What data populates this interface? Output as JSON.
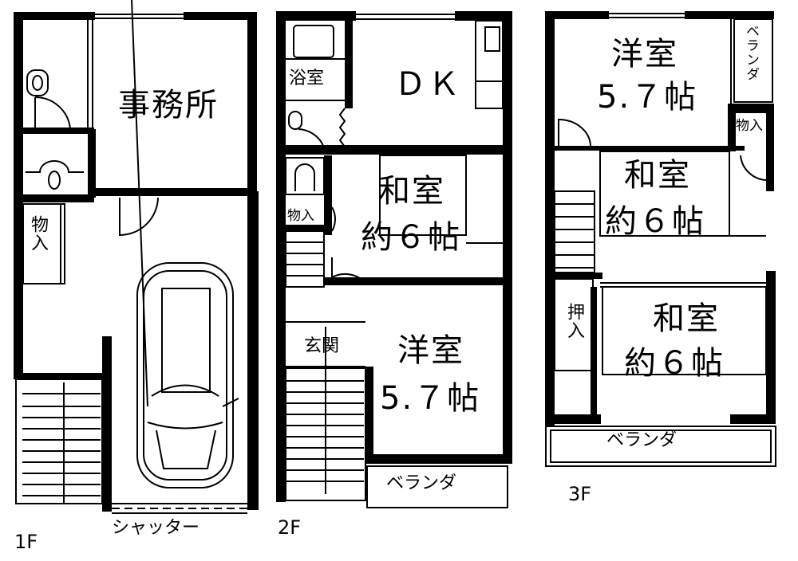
{
  "floors": [
    {
      "id": "1F",
      "label": "1F",
      "rooms": {
        "office": "事務所",
        "storage": "物入",
        "shutter": "シャッター"
      }
    },
    {
      "id": "2F",
      "label": "2F",
      "rooms": {
        "bath": "浴室",
        "dk": "ＤＫ",
        "washitsu_title": "和室",
        "washitsu_size": "約６帖",
        "storage": "物入",
        "entrance": "玄関",
        "yoshitsu_title": "洋室",
        "yoshitsu_size": "5.７帖",
        "veranda": "ベランダ"
      }
    },
    {
      "id": "3F",
      "label": "3F",
      "rooms": {
        "yoshitsu_title": "洋室",
        "yoshitsu_size": "5.７帖",
        "veranda_side": "ベランダ",
        "storage": "物入",
        "washitsu1_title": "和室",
        "washitsu1_size": "約６帖",
        "closet": "押入",
        "washitsu2_title": "和室",
        "washitsu2_size": "約６帖",
        "veranda": "ベランダ"
      }
    }
  ],
  "colors": {
    "wall": "#000000",
    "background": "#ffffff"
  }
}
